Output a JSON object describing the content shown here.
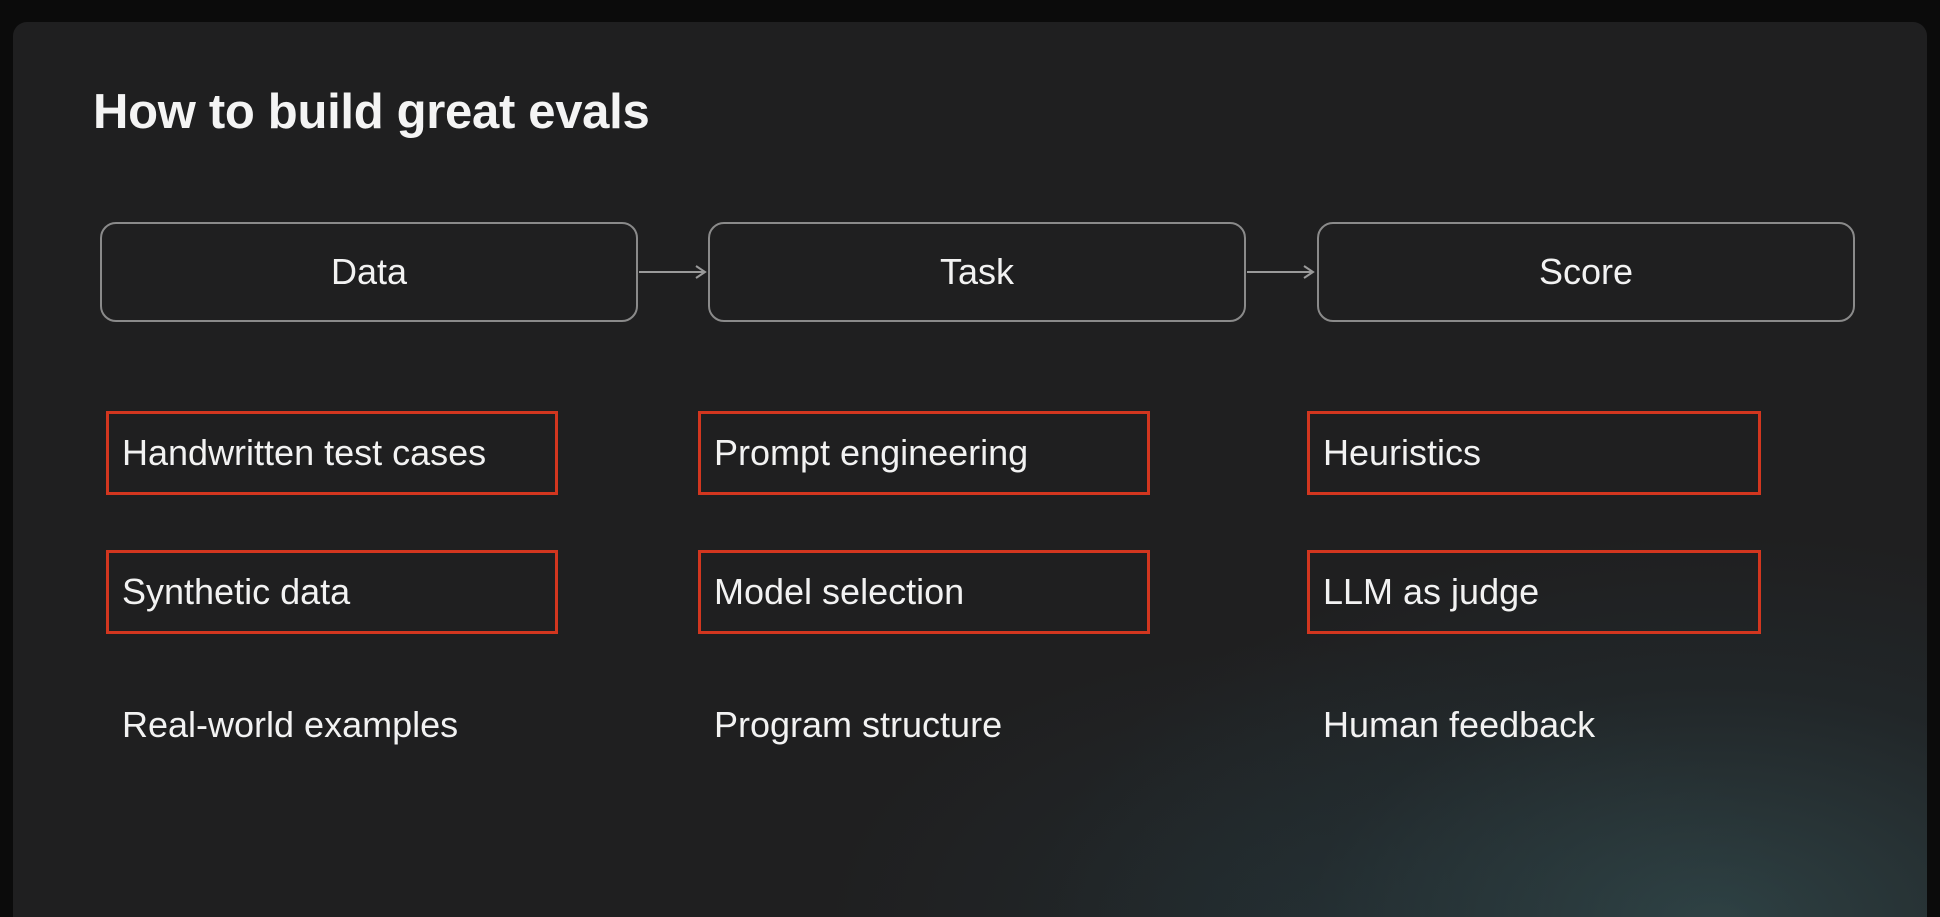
{
  "slide": {
    "title": "How to build great evals"
  },
  "pipeline": {
    "stages": [
      {
        "label": "Data",
        "items": [
          {
            "text": "Handwritten test cases",
            "highlighted": true
          },
          {
            "text": "Synthetic data",
            "highlighted": true
          },
          {
            "text": "Real-world examples",
            "highlighted": false
          }
        ]
      },
      {
        "label": "Task",
        "items": [
          {
            "text": "Prompt engineering",
            "highlighted": true
          },
          {
            "text": "Model selection",
            "highlighted": true
          },
          {
            "text": "Program structure",
            "highlighted": false
          }
        ]
      },
      {
        "label": "Score",
        "items": [
          {
            "text": "Heuristics",
            "highlighted": true
          },
          {
            "text": "LLM as judge",
            "highlighted": true
          },
          {
            "text": "Human feedback",
            "highlighted": false
          }
        ]
      }
    ],
    "connectors": [
      {
        "from": "Data",
        "to": "Task",
        "icon": "arrow-right-icon"
      },
      {
        "from": "Task",
        "to": "Score",
        "icon": "arrow-right-icon"
      }
    ]
  },
  "colors": {
    "background": "#1f1f20",
    "text": "#f2f2f2",
    "stage_border": "#8a8a8a",
    "highlight_border": "#d2361f",
    "connector": "#9a9a9a"
  }
}
